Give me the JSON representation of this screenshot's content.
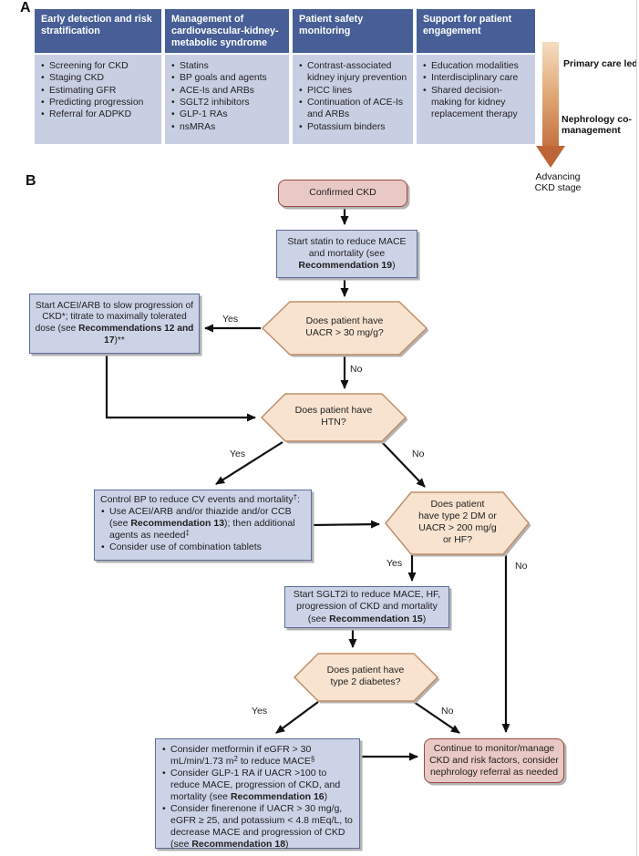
{
  "panel_a": {
    "label": "A",
    "columns": [
      {
        "header": "Early detection and risk stratification",
        "items": [
          "Screening for CKD",
          "Staging CKD",
          "Estimating GFR",
          "Predicting progression",
          "Referral for ADPKD"
        ]
      },
      {
        "header": "Management of cardiovascular-kidney-metabolic syndrome",
        "items": [
          "Statins",
          "BP goals and agents",
          "ACE-Is and ARBs",
          "SGLT2 inhibitors",
          "GLP-1 RAs",
          "nsMRAs"
        ]
      },
      {
        "header": "Patient safety monitoring",
        "items": [
          "Contrast-associated kidney injury prevention",
          "PICC lines",
          "Continuation of ACE-Is and ARBs",
          "Potassium binders"
        ]
      },
      {
        "header": "Support for patient engagement",
        "items": [
          "Education modalities",
          "Interdisciplinary care",
          "Shared decision-making for kidney replacement therapy"
        ]
      }
    ],
    "stage_arrow": {
      "top_label": "Primary care led",
      "bottom_label": "Nephrology co-management",
      "caption": "Advancing CKD stage"
    }
  },
  "panel_b": {
    "label": "B",
    "nodes": {
      "confirmed": {
        "text": "Confirmed CKD"
      },
      "statin": {
        "segments": [
          {
            "t": "Start statin to reduce MACE and mortality (see "
          },
          {
            "t": "Recommendation 19",
            "b": true
          },
          {
            "t": ")"
          }
        ]
      },
      "uacr_decision": {
        "lines": [
          "Does patient have",
          "UACR > 30 mg/g?"
        ],
        "yes": "Yes",
        "no": "No"
      },
      "acei": {
        "segments": [
          {
            "t": "Start ACEI/ARB to slow progression of CKD*; titrate to maximally tolerated dose (see "
          },
          {
            "t": "Recommendations 12 and 17",
            "b": true
          },
          {
            "t": ")**"
          }
        ]
      },
      "htn_decision": {
        "lines": [
          "Does patient have",
          "HTN?"
        ],
        "yes": "Yes",
        "no": "No"
      },
      "control_bp": {
        "intro": [
          {
            "t": "Control BP to reduce CV events and mortality"
          },
          {
            "t": "†",
            "sup": true
          },
          {
            "t": ":"
          }
        ],
        "bullets": [
          [
            {
              "t": "Use ACEI/ARB and/or thiazide and/or CCB (see "
            },
            {
              "t": "Recommendation 13",
              "b": true
            },
            {
              "t": "); then additional agents as needed"
            },
            {
              "t": "‡",
              "sup": true
            }
          ],
          [
            {
              "t": "Consider use of combination tablets"
            }
          ]
        ]
      },
      "dm_decision": {
        "lines": [
          "Does patient",
          "have type 2 DM or",
          "UACR > 200 mg/g",
          "or HF?"
        ],
        "yes": "Yes",
        "no": "No"
      },
      "sglt2": {
        "segments": [
          {
            "t": "Start SGLT2i to reduce MACE, HF, progression of CKD and mortality (see "
          },
          {
            "t": "Recommendation 15",
            "b": true
          },
          {
            "t": ")"
          }
        ]
      },
      "t2d_decision": {
        "lines": [
          "Does patient have",
          "type 2 diabetes?"
        ],
        "yes": "Yes",
        "no": "No"
      },
      "metformin": {
        "bullets": [
          [
            {
              "t": "Consider metformin if eGFR > 30 mL/min/1.73 m"
            },
            {
              "t": "2",
              "sup": true
            },
            {
              "t": " to reduce MACE"
            },
            {
              "t": "§",
              "sup": true
            }
          ],
          [
            {
              "t": "Consider GLP-1 RA if UACR >100 to reduce MACE, progression of CKD, and mortality (see "
            },
            {
              "t": "Recommendation 16",
              "b": true
            },
            {
              "t": ")"
            }
          ],
          [
            {
              "t": "Consider finerenone if UACR > 30 mg/g, eGFR ≥ 25, and potassium < 4.8 mEq/L, to decrease MACE and progression of CKD (see "
            },
            {
              "t": "Recommendation 18",
              "b": true
            },
            {
              "t": ")"
            }
          ]
        ]
      },
      "continue": {
        "text": "Continue to monitor/manage CKD and risk factors, consider nephrology referral as needed"
      }
    }
  },
  "colors": {
    "header_blue": "#475e96",
    "body_lavender": "#c9cfe3",
    "process_blue": "#cdd3e7",
    "process_border": "#5d6d96",
    "decision_peach": "#f7e3d0",
    "decision_border": "#c28e69",
    "terminal_pink": "#e9c9c5",
    "terminal_border": "#99493f",
    "stage_arrow_dark": "#bd6536",
    "arrow_black": "#111111"
  }
}
